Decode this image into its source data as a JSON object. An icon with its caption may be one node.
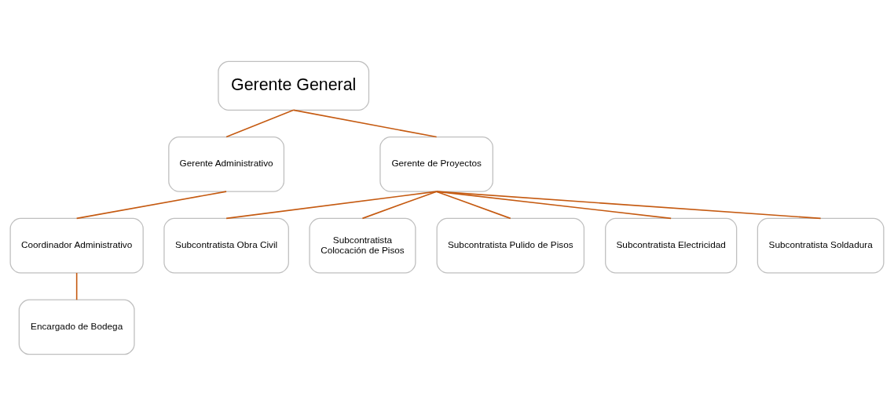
{
  "diagram": {
    "nodes": [
      {
        "text": [
          "Gerente General"
        ]
      },
      {
        "text": [
          "Gerente Administrativo"
        ]
      },
      {
        "text": [
          "Gerente de Proyectos"
        ]
      },
      {
        "text": [
          "Coordinador Administrativo"
        ]
      },
      {
        "text": [
          "Subcontratista Obra Civil"
        ]
      },
      {
        "text": [
          "Subcontratista",
          "Colocación de Pisos"
        ]
      },
      {
        "text": [
          "Subcontratista Pulido de Pisos"
        ]
      },
      {
        "text": [
          "Subcontratista Electricidad"
        ]
      },
      {
        "text": [
          "Subcontratista Soldadura"
        ]
      },
      {
        "text": [
          "Encargado de Bodega"
        ]
      }
    ],
    "edges": [
      {
        "from": 0,
        "to": 1,
        "arrow": "none"
      },
      {
        "from": 0,
        "to": 2,
        "arrow": "none"
      },
      {
        "from": 1,
        "to": 3,
        "arrow": "none"
      },
      {
        "from": 3,
        "to": 9,
        "arrow": "none"
      },
      {
        "from": 2,
        "to": 4,
        "arrow": "none"
      },
      {
        "from": 2,
        "to": 5,
        "arrow": "none"
      },
      {
        "from": 2,
        "to": 6,
        "arrow": "none"
      },
      {
        "from": 2,
        "to": 7,
        "arrow": "none"
      },
      {
        "from": 2,
        "to": 8,
        "arrow": "none"
      }
    ]
  }
}
